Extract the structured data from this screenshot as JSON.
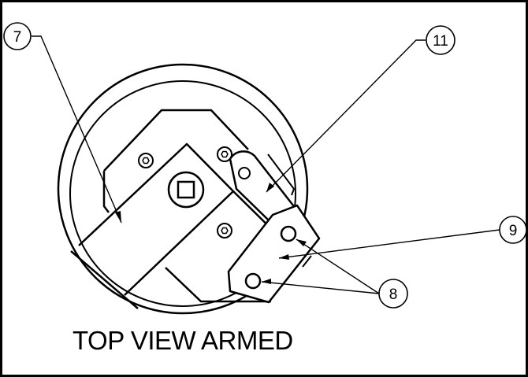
{
  "caption": "TOP VIEW ARMED",
  "callouts": [
    {
      "id": "callout-7",
      "label": "7"
    },
    {
      "id": "callout-11",
      "label": "11"
    },
    {
      "id": "callout-9",
      "label": "9"
    },
    {
      "id": "callout-8",
      "label": "8"
    }
  ],
  "colors": {
    "line": "#000000",
    "background": "#ffffff"
  }
}
